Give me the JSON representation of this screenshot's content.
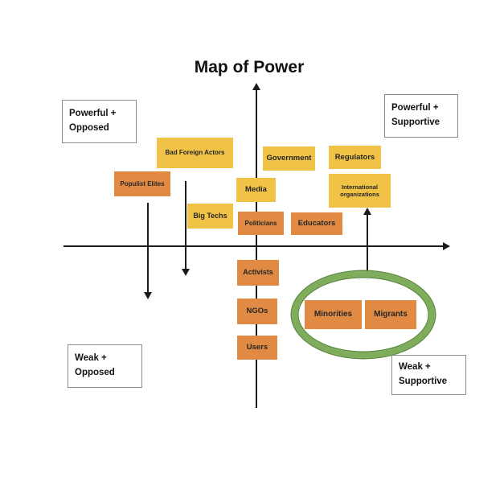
{
  "title": "Map of Power",
  "colors": {
    "yellow": "#F0C245",
    "orange": "#E08A43",
    "green": "#7FAD5B",
    "green_dark": "#5D8D40",
    "axis": "#1A1A1A",
    "label_border": "#8C8C8C",
    "text": "#262626"
  },
  "quadrants": {
    "top_left": {
      "line1": "Powerful +",
      "line2": "Opposed"
    },
    "top_right": {
      "line1": "Powerful +",
      "line2": "Supportive"
    },
    "bottom_left": {
      "line1": "Weak +",
      "line2": "Opposed"
    },
    "bottom_right": {
      "line1": "Weak +",
      "line2": "Supportive"
    }
  },
  "actors": {
    "bad_foreign_actors": {
      "label": "Bad Foreign Actors",
      "tone": "yellow"
    },
    "populist_elites": {
      "label": "Populist Elites",
      "tone": "orange"
    },
    "big_techs": {
      "label": "Big Techs",
      "tone": "yellow"
    },
    "government": {
      "label": "Government",
      "tone": "yellow"
    },
    "regulators": {
      "label": "Regulators",
      "tone": "yellow"
    },
    "media": {
      "label": "Media",
      "tone": "yellow"
    },
    "international_organizations": {
      "label": "International organizations",
      "tone": "yellow"
    },
    "politicians": {
      "label": "Politicians",
      "tone": "orange"
    },
    "educators": {
      "label": "Educators",
      "tone": "orange"
    },
    "activists": {
      "label": "Activists",
      "tone": "orange"
    },
    "ngos": {
      "label": "NGOs",
      "tone": "orange"
    },
    "users": {
      "label": "Users",
      "tone": "orange"
    },
    "minorities": {
      "label": "Minorities",
      "tone": "orange"
    },
    "migrants": {
      "label": "Migrants",
      "tone": "orange"
    }
  }
}
